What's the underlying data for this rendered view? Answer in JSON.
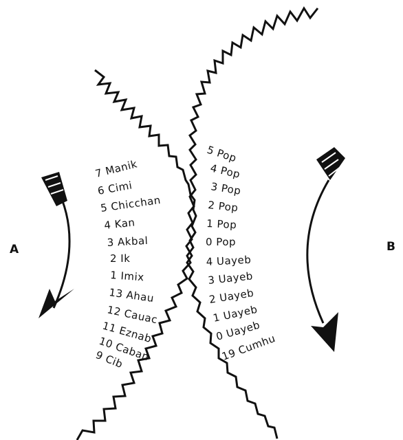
{
  "colors": {
    "ink": "#111111",
    "paper": "#ffffff"
  },
  "left_wheel": {
    "labels": [
      "7 Manik",
      "6 Cimi",
      "5 Chicchan",
      "4 Kan",
      "3 Akbal",
      "2 Ik",
      "1 Imix",
      "13 Ahau",
      "12 Cauac",
      "11 Eznab",
      "10 Caban",
      "9 Cib"
    ]
  },
  "right_wheel": {
    "labels": [
      "5 Pop",
      "4 Pop",
      "3 Pop",
      "2 Pop",
      "1 Pop",
      "0 Pop",
      "4 Uayeb",
      "3 Uayeb",
      "2 Uayeb",
      "1 Uayeb",
      "0 Uayeb",
      "19 Cumhu"
    ]
  },
  "side_labels": {
    "left": "A",
    "right": "B"
  },
  "arrows": {
    "left_icon": "curved-arrow-down-icon",
    "right_icon": "curved-arrow-down-icon"
  }
}
